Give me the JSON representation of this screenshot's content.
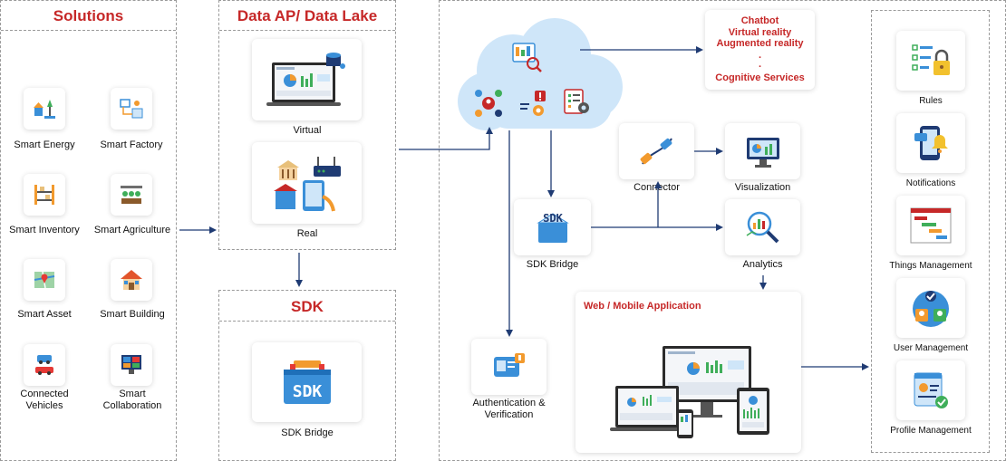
{
  "solutions": {
    "title": "Solutions",
    "items": [
      {
        "label": "Smart Energy",
        "icon": "smart-energy-icon"
      },
      {
        "label": "Smart Factory",
        "icon": "smart-factory-icon"
      },
      {
        "label": "Smart Inventory",
        "icon": "smart-inventory-icon"
      },
      {
        "label": "Smart Agriculture",
        "icon": "smart-agriculture-icon"
      },
      {
        "label": "Smart Asset",
        "icon": "smart-asset-icon"
      },
      {
        "label": "Smart Building",
        "icon": "smart-building-icon"
      },
      {
        "label": "Connected Vehicles",
        "line1": "Connected",
        "line2": "Vehicles",
        "icon": "connected-vehicles-icon"
      },
      {
        "label": "Smart Collaboration",
        "line1": "Smart",
        "line2": "Collaboration",
        "icon": "smart-collaboration-icon"
      }
    ]
  },
  "data_lake": {
    "title": "Data AP/ Data Lake",
    "virtual_label": "Virtual",
    "real_label": "Real"
  },
  "sdk": {
    "title": "SDK",
    "bridge_label": "SDK Bridge",
    "logo_text": "SDK"
  },
  "cloud": {
    "services": [
      "Chatbot",
      "Virtual reality",
      "Augmented reality",
      ".",
      ".",
      "Cognitive Services"
    ],
    "sdk_bridge_label": "SDK Bridge",
    "sdk_logo_text": "SDK",
    "connector_label": "Connector",
    "visualization_label": "Visualization",
    "analytics_label": "Analytics",
    "auth_label_line1": "Authentication &",
    "auth_label_line2": "Verification",
    "webapp_title": "Web / Mobile Application"
  },
  "management": {
    "items": [
      {
        "label": "Rules",
        "icon": "rules-lock-icon"
      },
      {
        "label": "Notifications",
        "icon": "notifications-icon"
      },
      {
        "label": "Things Management",
        "icon": "things-management-icon"
      },
      {
        "label": "User Management",
        "icon": "user-management-icon"
      },
      {
        "label": "Profile Management",
        "icon": "profile-management-icon"
      }
    ]
  },
  "colors": {
    "accent_red": "#c62828",
    "arrow": "#1f3b73",
    "cloud_blue": "#cfe6f9",
    "icon_blue": "#3a8fd8",
    "icon_orange": "#f29a2e",
    "icon_green": "#3fae5a"
  }
}
